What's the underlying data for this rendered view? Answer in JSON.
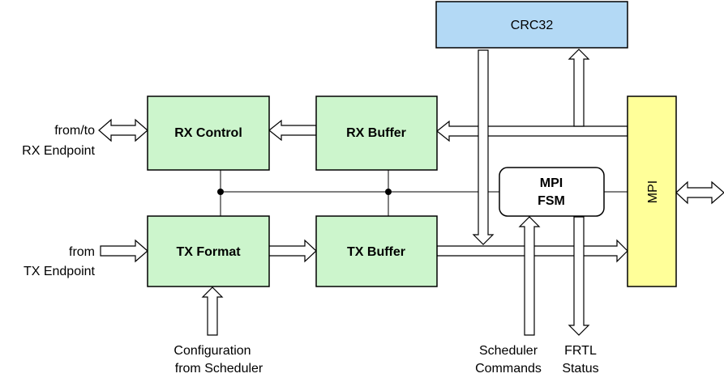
{
  "blocks": {
    "crc32": {
      "label": "CRC32",
      "fill": "#b3d9f5"
    },
    "rx_control": {
      "label": "RX Control",
      "fill": "#ccf5cc"
    },
    "rx_buffer": {
      "label": "RX Buffer",
      "fill": "#ccf5cc"
    },
    "tx_format": {
      "label": "TX Format",
      "fill": "#ccf5cc"
    },
    "tx_buffer": {
      "label": "TX Buffer",
      "fill": "#ccf5cc"
    },
    "mpi_fsm": {
      "line1": "MPI",
      "line2": "FSM",
      "fill": "#ffffff"
    },
    "mpi": {
      "label": "MPI",
      "fill": "#ffff99"
    }
  },
  "labels": {
    "rx_endpoint": {
      "line1": "from/to",
      "line2": "RX Endpoint"
    },
    "tx_endpoint": {
      "line1": "from",
      "line2": "TX Endpoint"
    },
    "configuration": {
      "line1": "Configuration",
      "line2": "from Scheduler"
    },
    "scheduler": {
      "line1": "Scheduler",
      "line2": "Commands"
    },
    "frtl": {
      "line1": "FRTL",
      "line2": "Status"
    }
  }
}
